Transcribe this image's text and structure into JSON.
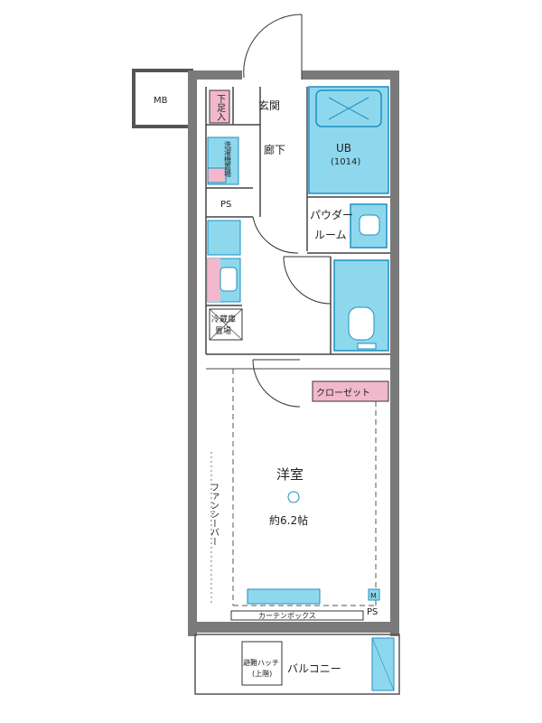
{
  "labels": {
    "mb": "MB",
    "genkan": "玄関",
    "geta": "下足入",
    "rouka": "廊下",
    "ub": "UB",
    "ub_size": "(1014)",
    "ps_top": "PS",
    "powder_1": "パウダー",
    "powder_2": "ルーム",
    "washer": "洗濯機置場",
    "fridge_1": "冷蔵庫",
    "fridge_2": "置場",
    "closet": "クローゼット",
    "youshitsu": "洋室",
    "area": "約6.2帖",
    "fan": "ファンシーバー",
    "curtain": "カーテンボックス",
    "ps_bottom": "PS",
    "m_mark": "M",
    "hatch_1": "避難ハッチ",
    "hatch_2": "(上階)",
    "balcony": "バルコニー"
  },
  "colors": {
    "wall": "#6e6e6e",
    "water": "#8ed8ee",
    "pink": "#f2b8cc",
    "line": "#333333",
    "fixture": "#1f8fc0"
  }
}
